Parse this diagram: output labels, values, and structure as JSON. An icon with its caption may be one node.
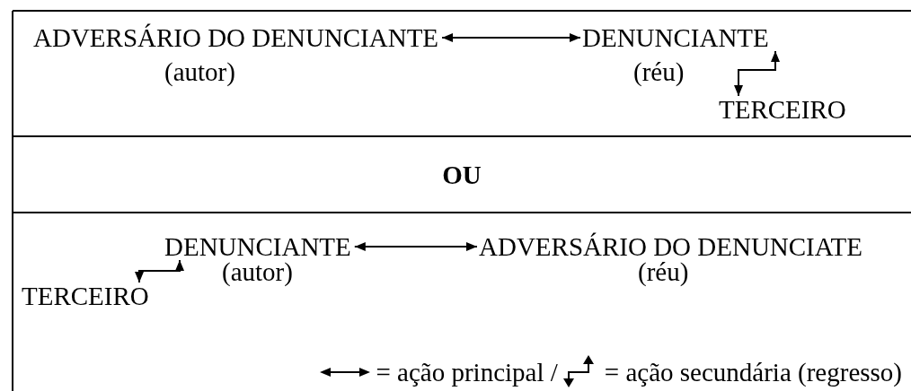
{
  "diagram": {
    "nodes": [
      {
        "text": [
          "ADVERSÁRIO DO DENUNCIANTE"
        ],
        "beside": [
          "(autor)"
        ]
      },
      {
        "text": [
          "DENUNCIANTE"
        ],
        "beside": [
          "(réu)"
        ]
      },
      {
        "text": [
          "TERCEIRO"
        ]
      },
      {
        "text": [
          "DENUNCIANTE"
        ],
        "beside": [
          "(autor)"
        ]
      },
      {
        "text": [
          "ADVERSÁRIO DO DENUNCIATE"
        ],
        "beside": [
          "(réu)"
        ]
      },
      {
        "text": [
          "TERCEIRO"
        ]
      }
    ],
    "edges": [
      {
        "from": 0,
        "to": 1,
        "arrow": "both"
      },
      {
        "from": 2,
        "to": 1,
        "arrow": "both"
      },
      {
        "from": 3,
        "to": 4,
        "arrow": "both"
      },
      {
        "from": 5,
        "to": 3,
        "arrow": "both"
      }
    ],
    "labels": [
      "OU"
    ],
    "legend": [
      {
        "text": "= ação principal /"
      },
      {
        "text": "= ação secundária (regresso)"
      }
    ]
  }
}
